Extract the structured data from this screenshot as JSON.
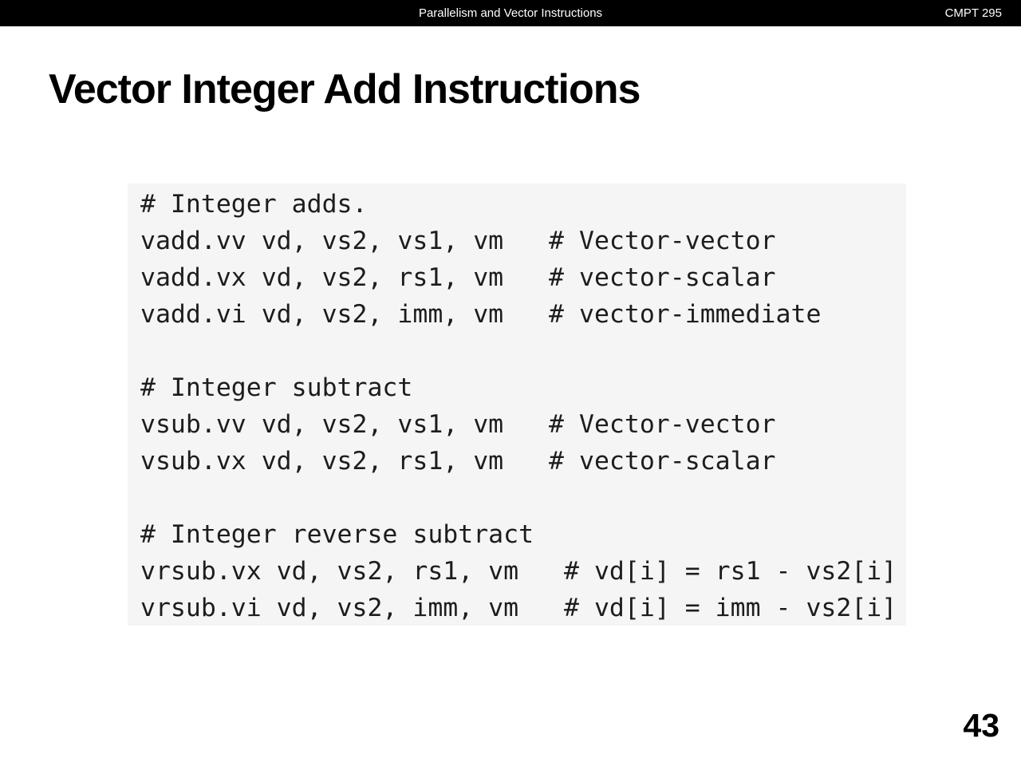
{
  "header": {
    "title": "Parallelism and Vector Instructions",
    "course": "CMPT 295"
  },
  "slide": {
    "title": "Vector Integer Add Instructions",
    "page_number": "43"
  },
  "code": {
    "lines": [
      "# Integer adds.",
      "vadd.vv vd, vs2, vs1, vm   # Vector-vector",
      "vadd.vx vd, vs2, rs1, vm   # vector-scalar",
      "vadd.vi vd, vs2, imm, vm   # vector-immediate",
      "",
      "# Integer subtract",
      "vsub.vv vd, vs2, vs1, vm   # Vector-vector",
      "vsub.vx vd, vs2, rs1, vm   # vector-scalar",
      "",
      "# Integer reverse subtract",
      "vrsub.vx vd, vs2, rs1, vm   # vd[i] = rs1 - vs2[i]",
      "vrsub.vi vd, vs2, imm, vm   # vd[i] = imm - vs2[i]"
    ]
  },
  "colors": {
    "header_bg": "#000000",
    "header_text": "#ffffff",
    "code_bg": "#f5f5f5",
    "code_text": "#1d1d1d",
    "title_text": "#000000"
  }
}
